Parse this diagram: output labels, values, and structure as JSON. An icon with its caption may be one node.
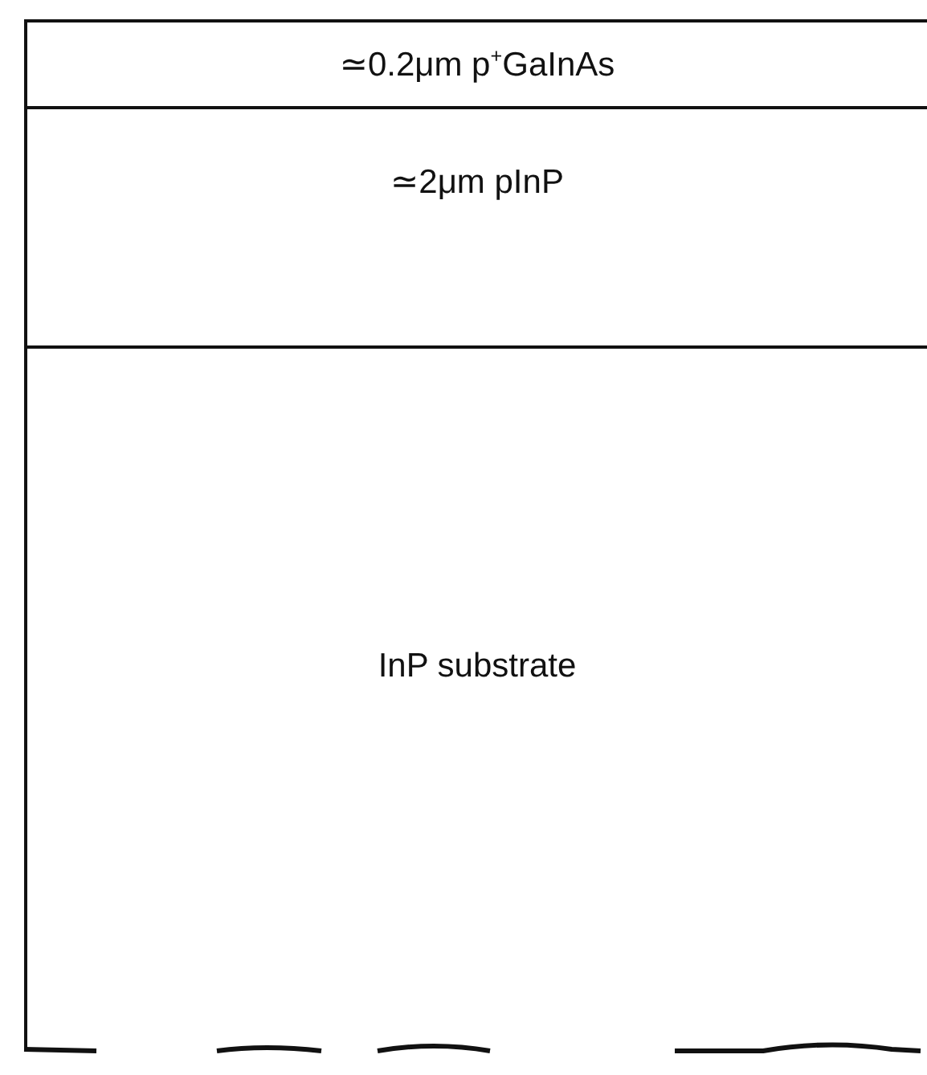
{
  "diagram": {
    "nodes": [
      {
        "text": [
          "≃0.2μm p$^{+}$GaInAs"
        ]
      },
      {
        "text": [
          "≃2μm pInP"
        ]
      },
      {
        "text": [
          "InP substrate"
        ]
      }
    ]
  }
}
